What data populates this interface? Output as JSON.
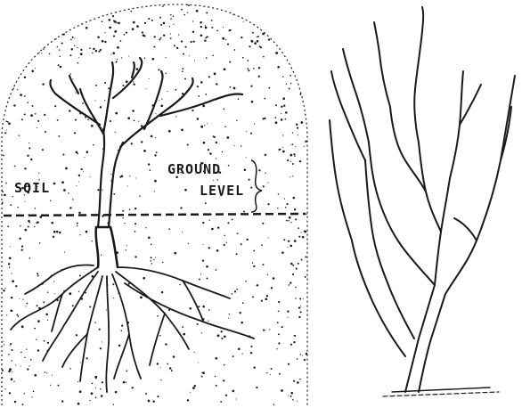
{
  "labels": {
    "soil": "SOIL",
    "ground": "GROUND",
    "level": "LEVEL"
  },
  "colors": {
    "ink": "#1a1a1a",
    "paper": "#ffffff"
  }
}
